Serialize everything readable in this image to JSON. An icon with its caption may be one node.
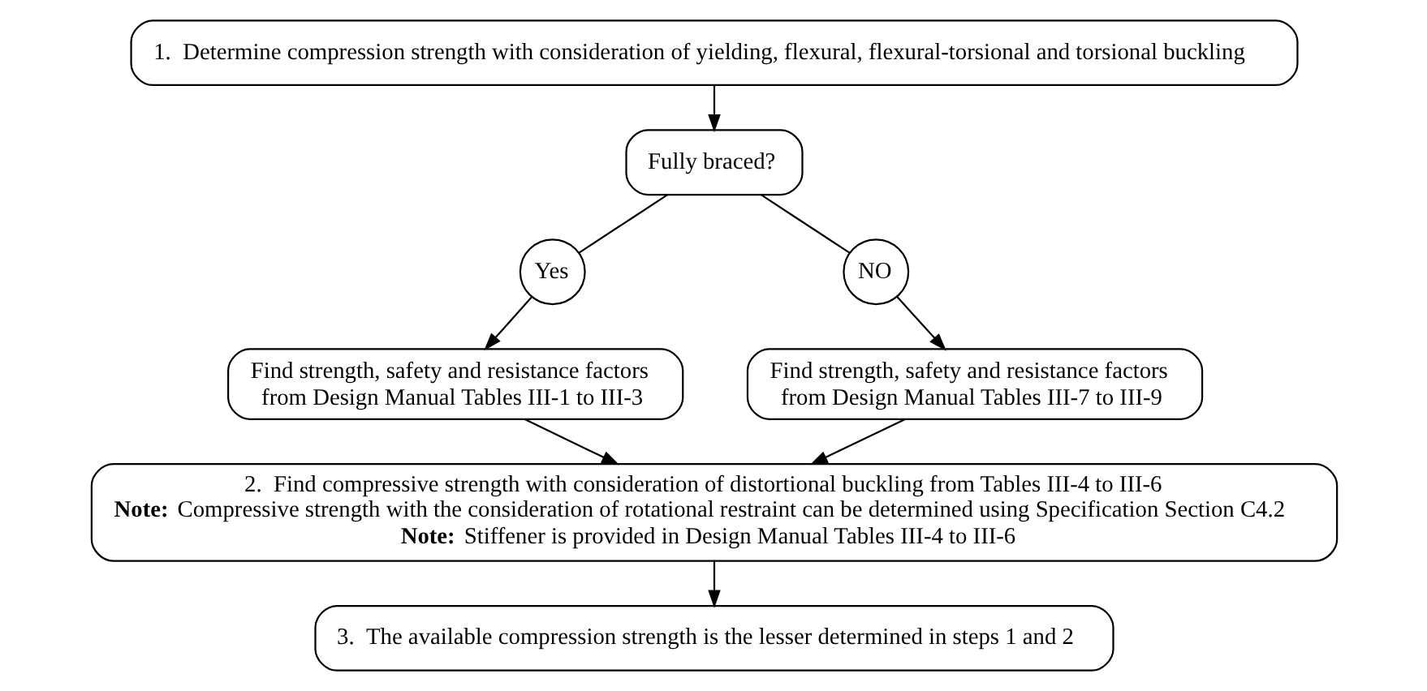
{
  "diagram": {
    "nodes": [
      {
        "text": [
          "1.  Determine compression strength with consideration of yielding, flexural, flexural-torsional and torsional buckling"
        ]
      },
      {
        "text": [
          "Fully braced?"
        ]
      },
      {
        "text": [
          "Yes"
        ]
      },
      {
        "text": [
          "NO"
        ]
      },
      {
        "text": [
          "Find strength, safety and resistance factors from Design Manual Tables III-1 to III-3"
        ]
      },
      {
        "text": [
          "Find strength, safety and resistance factors from Design Manual Tables III-7 to III-9"
        ]
      },
      {
        "text": [
          "2.  Find compressive strength with consideration of distortional buckling from Tables III-4 to III-6",
          "**Note:** Compressive strength with the consideration of rotational restraint can be determined using Specification Section C4.2",
          "**Note:** Stiffener is provided in Design Manual Tables III-4 to III-6"
        ]
      },
      {
        "text": [
          "3.  The available compression strength is the lesser determined in steps 1 and 2"
        ]
      }
    ],
    "edges": [
      {
        "from": 0,
        "to": 1,
        "arrow": "to"
      },
      {
        "from": 1,
        "to": 2,
        "arrow": "none"
      },
      {
        "from": 1,
        "to": 3,
        "arrow": "none"
      },
      {
        "from": 2,
        "to": 4,
        "arrow": "to"
      },
      {
        "from": 3,
        "to": 5,
        "arrow": "to"
      },
      {
        "from": 4,
        "to": 6,
        "arrow": "to"
      },
      {
        "from": 5,
        "to": 6,
        "arrow": "to"
      },
      {
        "from": 6,
        "to": 7,
        "arrow": "to"
      }
    ]
  }
}
